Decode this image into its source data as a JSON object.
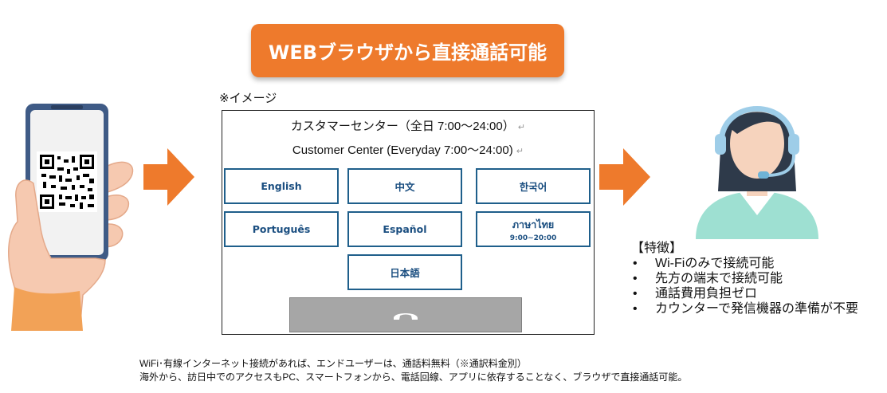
{
  "banner": {
    "title": "WEBブラウザから直接通話可能"
  },
  "image_note": "※イメージ",
  "mock_screen": {
    "title_jp": "カスタマーセンター（全日 7:00～24:00）",
    "title_en": "Customer Center (Everyday 7:00～24:00)",
    "return_mark": "↵",
    "languages": [
      {
        "label": "English"
      },
      {
        "label": "中文"
      },
      {
        "label": "한국어"
      },
      {
        "label": "Português"
      },
      {
        "label": "Español"
      },
      {
        "label": "ภาษาไทย",
        "sub": "9:00~20:00"
      },
      {
        "label": "日本語"
      }
    ],
    "call_icon": "phone-hangup-icon"
  },
  "features": {
    "title": "【特徴】",
    "items": [
      "Wi-Fiのみで接続可能",
      "先方の端末で接続可能",
      "通話費用負担ゼロ",
      "カウンターで発信機器の準備が不要"
    ]
  },
  "footer": {
    "line1": "WiFi･有線インターネット接続があれば、エンドユーザーは、通話料無料（※通訳料金別）",
    "line2": "海外から、訪日中でのアクセスもPC、スマートフォンから、電話回線、アプリに依存することなく、ブラウザで直接通話可能。"
  },
  "colors": {
    "accent": "#ee7a2c",
    "button_border": "#1f5f8b",
    "button_text": "#1a4e80",
    "call_bar": "#a6a6a6",
    "headset": "#9ecde8",
    "skin": "#f6d3bd"
  }
}
